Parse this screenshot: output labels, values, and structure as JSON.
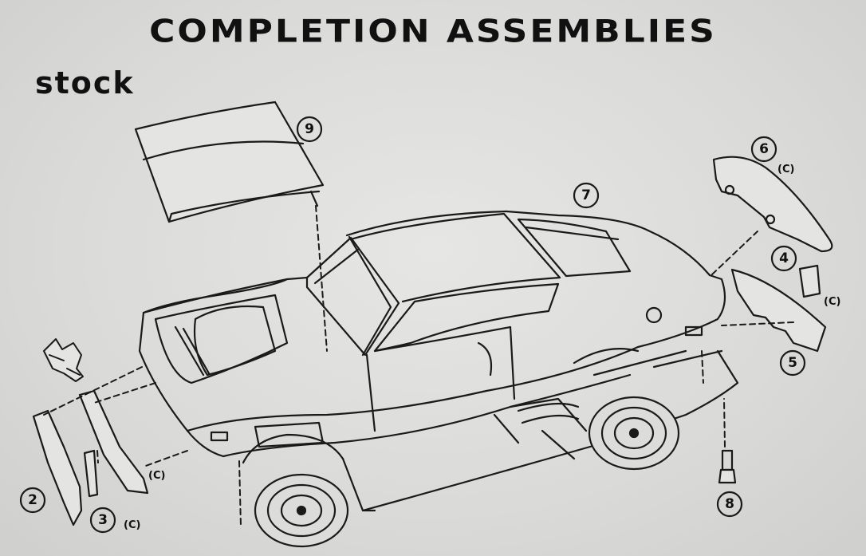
{
  "title": "COMPLETION ASSEMBLIES",
  "subtitle": "stock",
  "callouts": [
    {
      "number": "2",
      "suffix": ""
    },
    {
      "number": "3",
      "suffix": "(C)"
    },
    {
      "number": "4",
      "suffix": "(C)"
    },
    {
      "number": "5",
      "suffix": ""
    },
    {
      "number": "6",
      "suffix": "(C)"
    },
    {
      "number": "7",
      "suffix": ""
    },
    {
      "number": "8",
      "suffix": ""
    },
    {
      "number": "9",
      "suffix": ""
    }
  ],
  "part_c_label": "(C)",
  "icons": [
    "pointing-hand-icon"
  ]
}
